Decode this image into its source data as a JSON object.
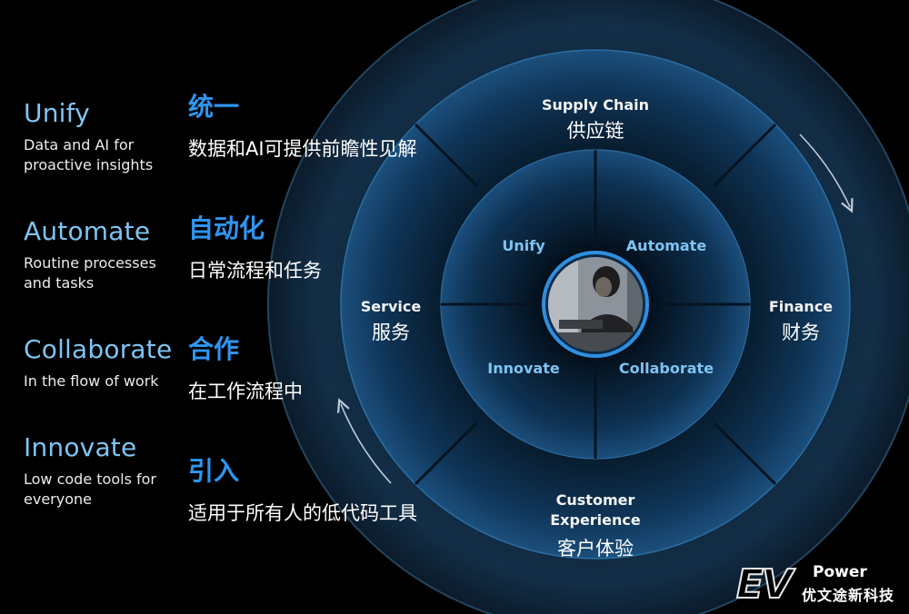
{
  "left": [
    {
      "title": "Unify",
      "desc": "Data and AI for proactive insights"
    },
    {
      "title": "Automate",
      "desc": "Routine processes and tasks"
    },
    {
      "title": "Collaborate",
      "desc": "In the flow of work"
    },
    {
      "title": "Innovate",
      "desc": "Low code tools for everyone"
    }
  ],
  "cn": [
    {
      "title": "统一",
      "desc": "数据和AI可提供前瞻性见解"
    },
    {
      "title": "自动化",
      "desc": "日常流程和任务"
    },
    {
      "title": "合作",
      "desc": "在工作流程中"
    },
    {
      "title": "引入",
      "desc": "适用于所有人的低代码工具"
    }
  ],
  "outer_ring": {
    "supply_en": "Supply Chain",
    "supply_cn": "供应链",
    "service_en": "Service",
    "service_cn": "服务",
    "finance_en": "Finance",
    "finance_cn": "财务",
    "customer_en_1": "Customer",
    "customer_en_2": "Experience",
    "customer_cn": "客户体验"
  },
  "inner_quadrants": {
    "top_left": "Unify",
    "top_right": "Automate",
    "bottom_left": "Innovate",
    "bottom_right": "Collaborate"
  },
  "center_image": "person-with-laptop",
  "logo": {
    "mark": "EV",
    "word": "Power",
    "cn": "优文途新科技"
  },
  "colors": {
    "accent_light": "#7fc4f2",
    "accent_cn": "#2f95f0",
    "ring_dark": "#0b2a44",
    "ring_mid": "#1b4d7a",
    "center_border": "#2f8fe0"
  }
}
